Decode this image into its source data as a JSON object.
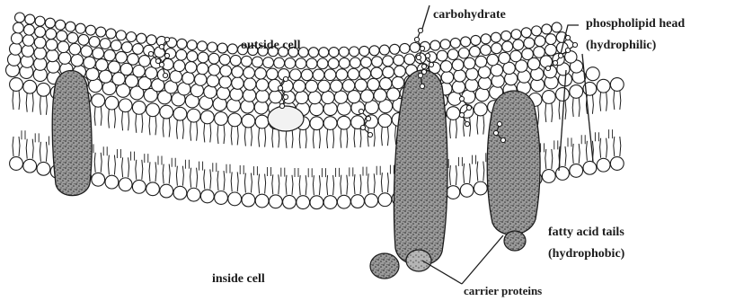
{
  "labels": {
    "outside_cell": "outside cell",
    "inside_cell": "inside cell",
    "carbohydrate": "carbohydrate",
    "phospholipid_head_line1": "phospholipid head",
    "phospholipid_head_line2": "(hydrophilic)",
    "fatty_acid_tails_line1": "fatty acid tails",
    "fatty_acid_tails_line2": "(hydrophobic)",
    "carrier_proteins": "carrier proteins"
  },
  "colors": {
    "ink": "#1c1c1c",
    "protein_fill": "#8f8f8f",
    "background": "#ffffff"
  }
}
